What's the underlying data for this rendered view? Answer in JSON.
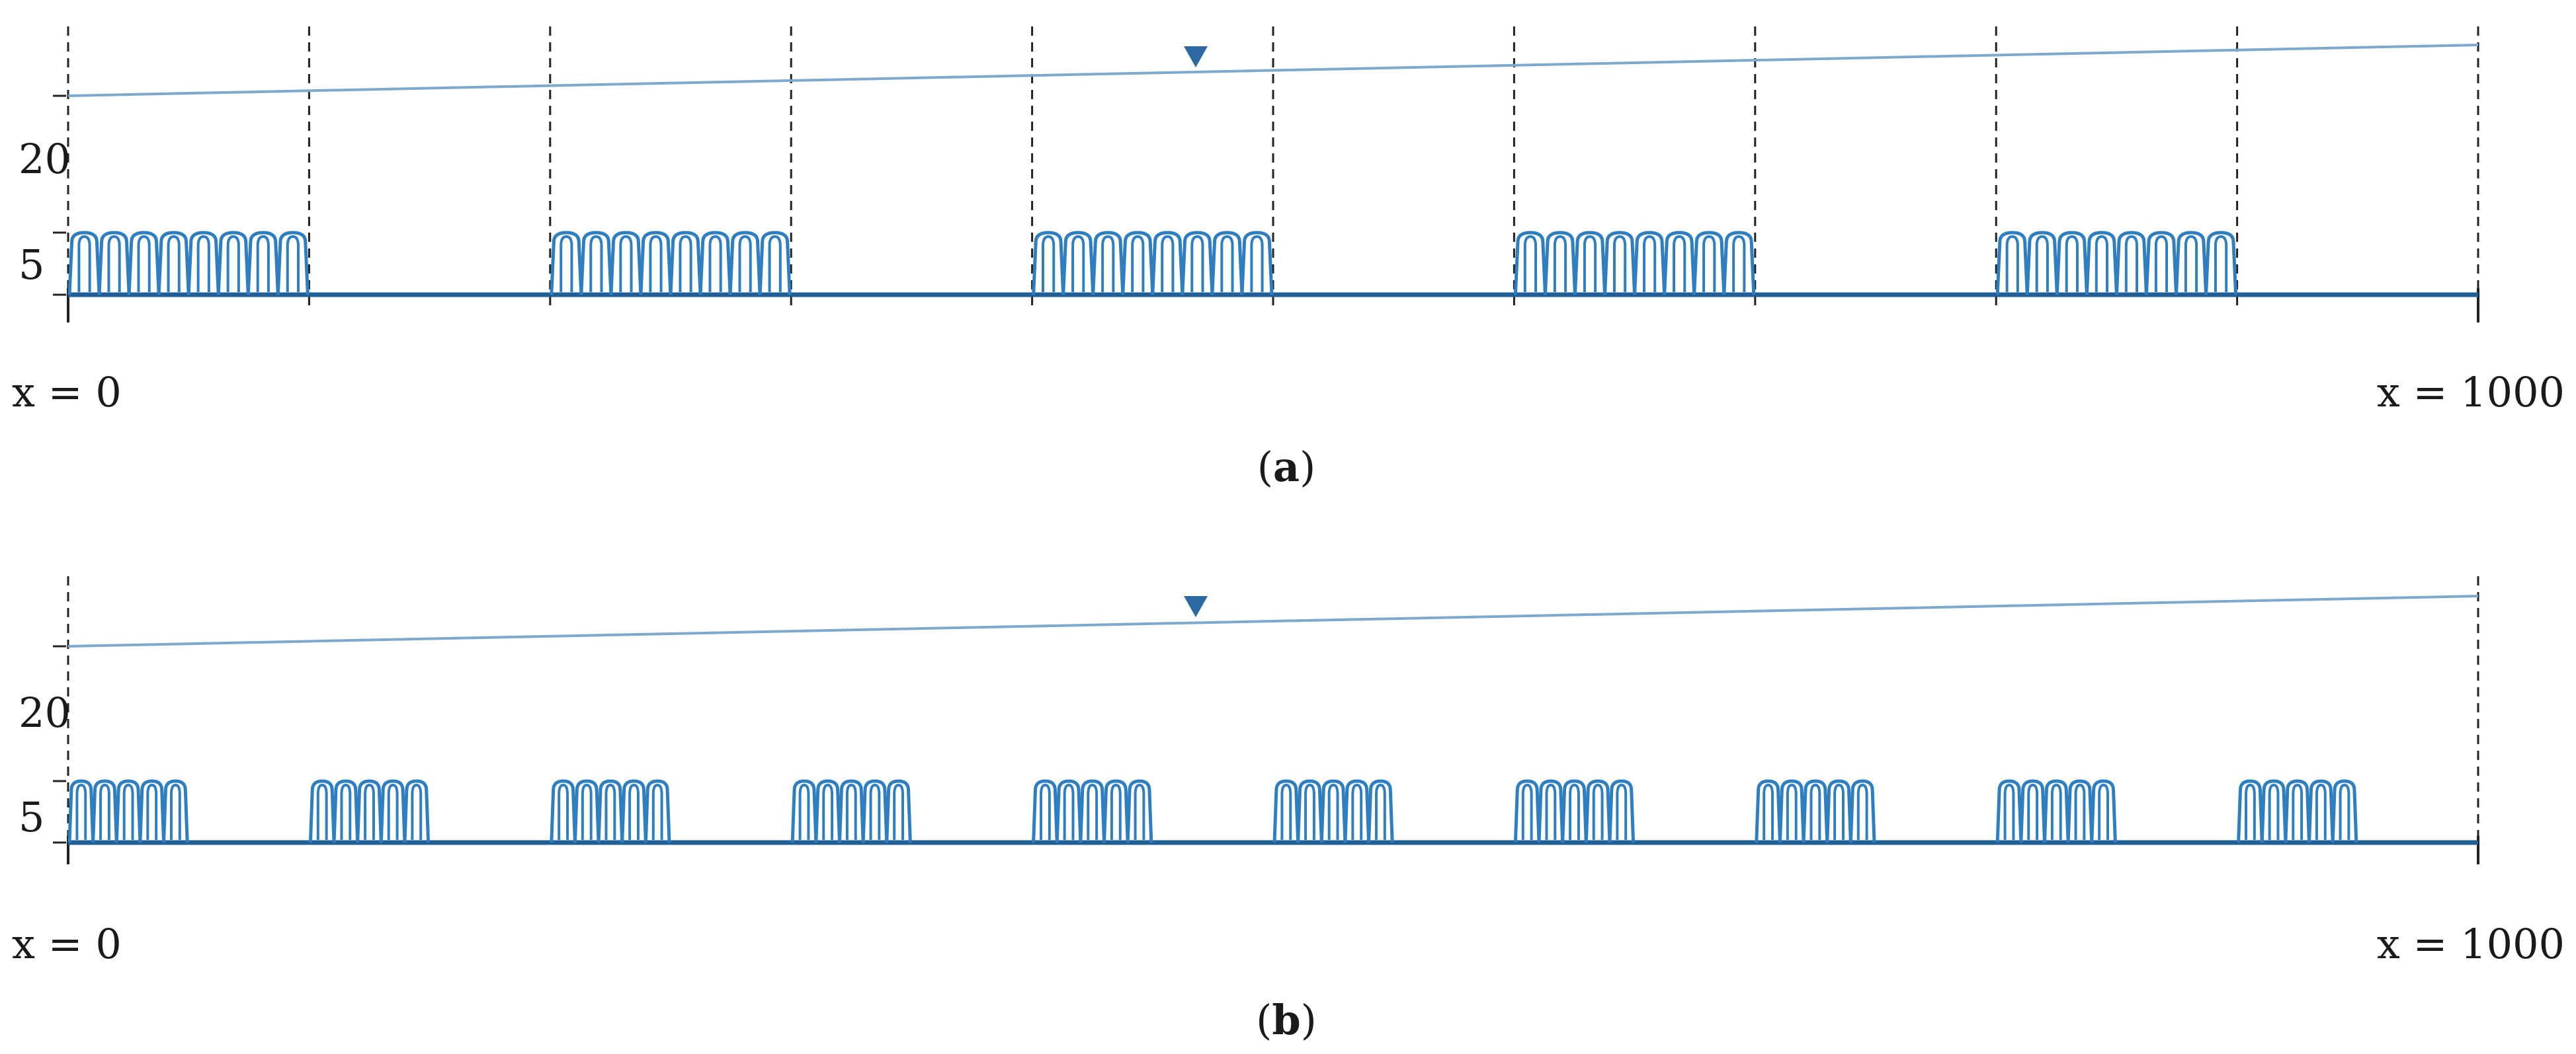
{
  "colors": {
    "water": "#7fa9cc",
    "coil": "#2f7fc0",
    "ground": "#1f5f95",
    "marker": "#2b6aa3",
    "dashed": "#222222",
    "axis": "#222222",
    "text": "#1a1a1a"
  },
  "panels": [
    {
      "id": "a",
      "caption_open": "(",
      "caption_letter": "a",
      "caption_close": ")",
      "x_start_label": "x = 0",
      "x_end_label": "x = 1000",
      "tick_labels": [
        "20",
        "5"
      ],
      "segments": [
        {
          "from": 0,
          "to": 100
        },
        {
          "from": 200,
          "to": 300
        },
        {
          "from": 400,
          "to": 500
        },
        {
          "from": 600,
          "to": 700
        },
        {
          "from": 800,
          "to": 900
        }
      ],
      "divider_positions": [
        0,
        100,
        200,
        300,
        400,
        500,
        600,
        700,
        800,
        900,
        1000
      ]
    },
    {
      "id": "b",
      "caption_open": "(",
      "caption_letter": "b",
      "caption_close": ")",
      "x_start_label": "x = 0",
      "x_end_label": "x = 1000",
      "tick_labels": [
        "20",
        "5"
      ],
      "segments": [
        {
          "from": 0,
          "to": 50
        },
        {
          "from": 100,
          "to": 150
        },
        {
          "from": 200,
          "to": 250
        },
        {
          "from": 300,
          "to": 350
        },
        {
          "from": 400,
          "to": 450
        },
        {
          "from": 500,
          "to": 550
        },
        {
          "from": 600,
          "to": 650
        },
        {
          "from": 700,
          "to": 750
        },
        {
          "from": 800,
          "to": 850
        },
        {
          "from": 900,
          "to": 950
        }
      ],
      "divider_positions": [
        0,
        1000
      ]
    }
  ]
}
